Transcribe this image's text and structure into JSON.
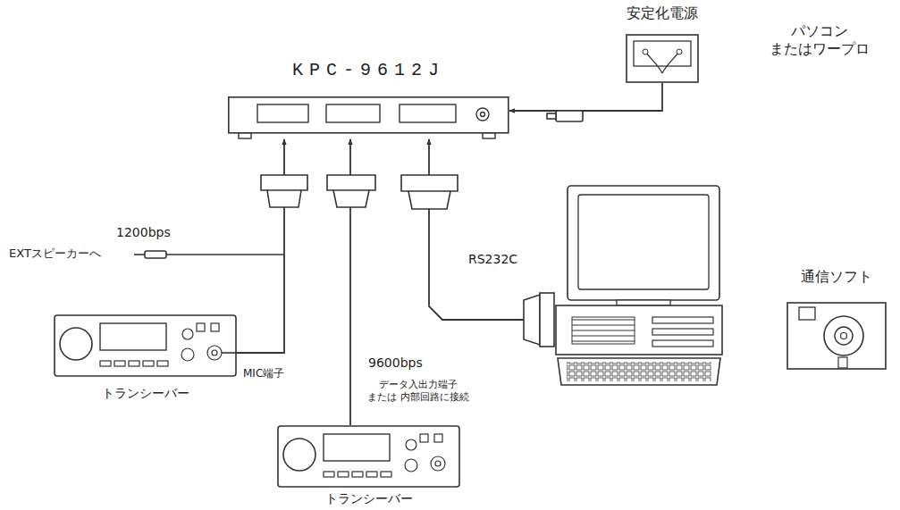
{
  "diagram": {
    "nodes": [
      {
        "text": [
          "KPC-9612J"
        ]
      },
      {
        "text": [
          "安定化電源"
        ]
      },
      {
        "text": [
          "トランシーバー"
        ]
      },
      {
        "text": [
          "トランシーバー"
        ]
      },
      {
        "text": [
          "パソコン またはワープロ"
        ]
      },
      {
        "text": [
          "通信ソフト"
        ]
      }
    ],
    "edges": [
      {
        "from": 1,
        "to": 0,
        "arrow": "to"
      },
      {
        "from": 2,
        "to": 0,
        "label": "1200bps",
        "arrow": "to"
      },
      {
        "from": 3,
        "to": 0,
        "label": "9600bps",
        "arrow": "to"
      },
      {
        "from": 4,
        "to": 0,
        "label": "RS232C",
        "arrow": "to"
      }
    ],
    "labels": [
      "EXTスピーカーへ",
      "MIC端子",
      "データ入出力端子 または 内部回路に接続"
    ]
  }
}
